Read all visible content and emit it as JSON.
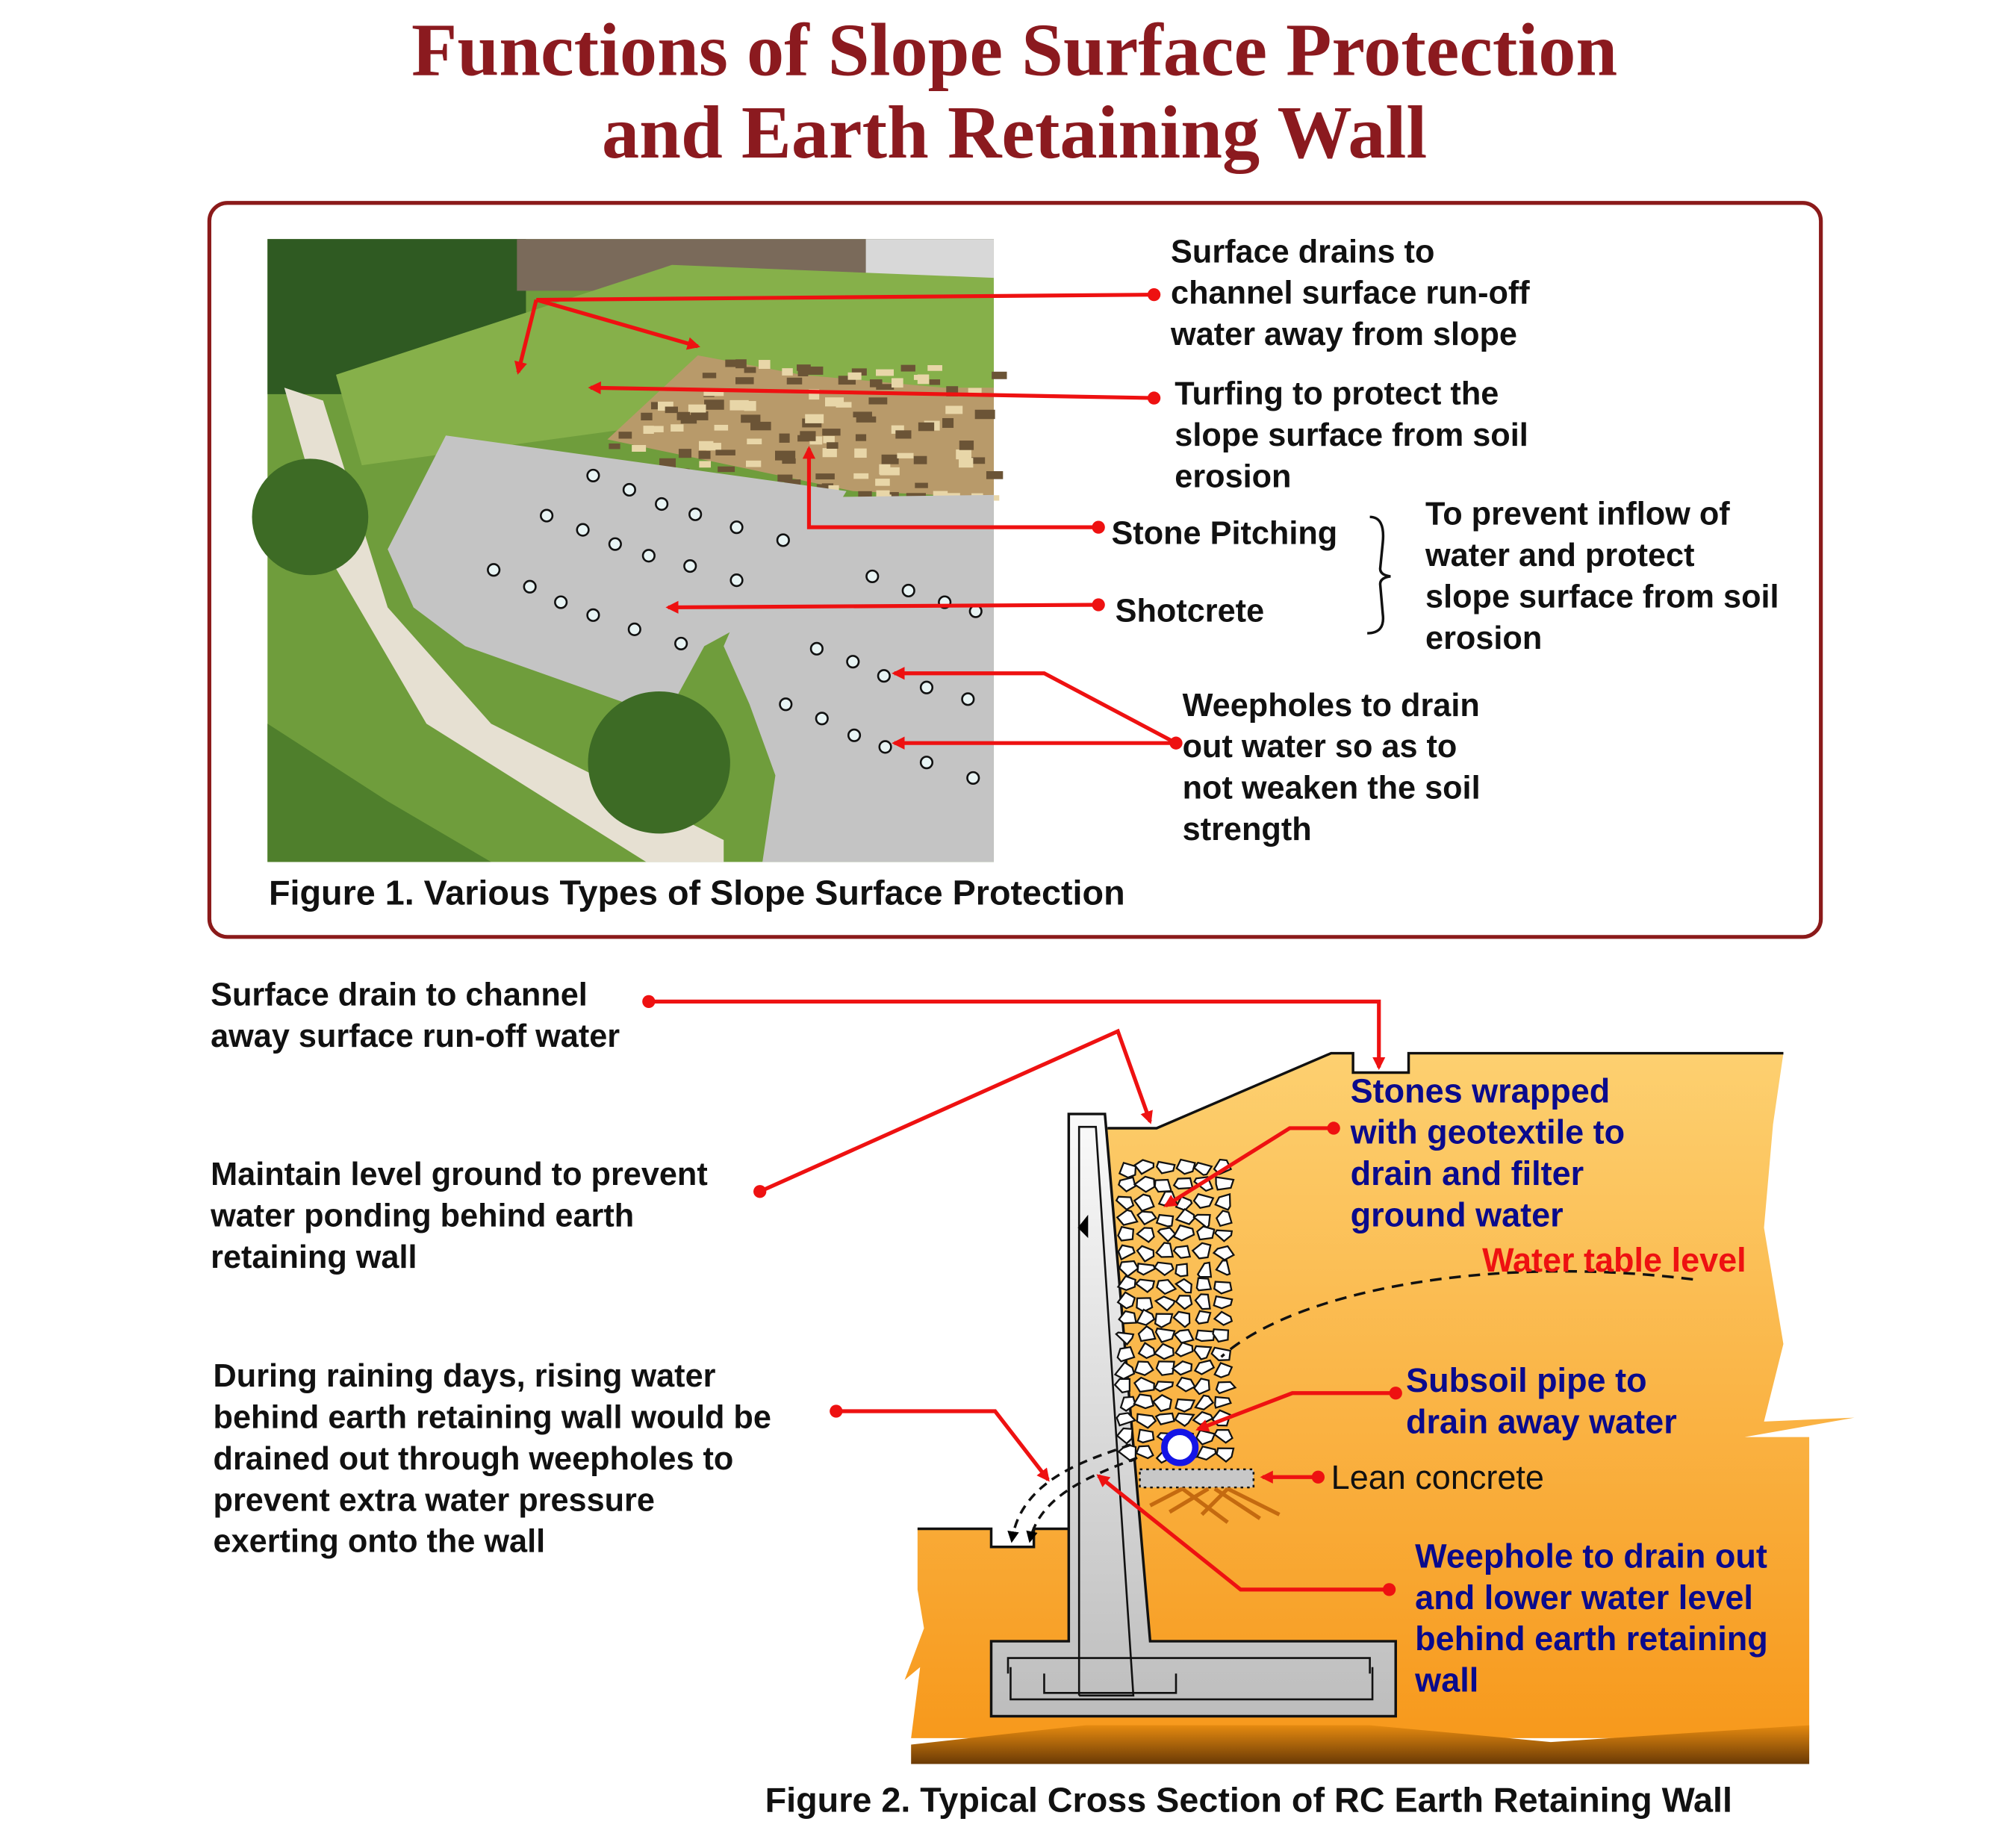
{
  "colors": {
    "title": "#8b1a1f",
    "frame": "#8b1a1a",
    "callout": "#ee1111",
    "blue_label": "#0a0a8c",
    "soil_top": "#fdd070",
    "soil_bottom": "#f7991c",
    "shotcrete": "#c4c4c4",
    "grass": "#6f9d3c"
  },
  "title": {
    "line1": "Functions of Slope Surface Protection",
    "line2": "and Earth Retaining Wall"
  },
  "figure1": {
    "caption": "Figure 1. Various Types of Slope Surface Protection",
    "surface_drains": [
      "Surface drains to",
      "channel surface run-off",
      "water away from slope"
    ],
    "turfing": [
      "Turfing to protect the",
      "slope surface from soil",
      "erosion"
    ],
    "stone_pitching": "Stone Pitching",
    "shotcrete": "Shotcrete",
    "brace_note": [
      "To prevent inflow of",
      "water and protect",
      "slope surface from soil",
      "erosion"
    ],
    "weepholes": [
      "Weepholes to drain",
      "out water so as to",
      "not weaken the soil",
      "strength"
    ]
  },
  "figure2": {
    "caption": "Figure 2. Typical Cross Section of RC Earth Retaining Wall",
    "surface_drain": [
      "Surface drain to channel",
      "away surface run-off water"
    ],
    "level_ground": [
      "Maintain level ground to prevent",
      "water ponding behind earth",
      "retaining wall"
    ],
    "raining": [
      "During raining days, rising water",
      "behind earth retaining wall would be",
      "drained out through weepholes to",
      "prevent extra water pressure",
      "exerting onto the wall"
    ],
    "stones": [
      "Stones wrapped",
      "with geotextile to",
      "drain and filter",
      "ground water"
    ],
    "water_table": "Water table level",
    "subsoil_pipe": [
      "Subsoil pipe to",
      "drain away water"
    ],
    "lean_concrete": "Lean concrete",
    "weephole": [
      "Weephole to drain out",
      "and lower water level",
      "behind earth retaining",
      "wall"
    ]
  }
}
